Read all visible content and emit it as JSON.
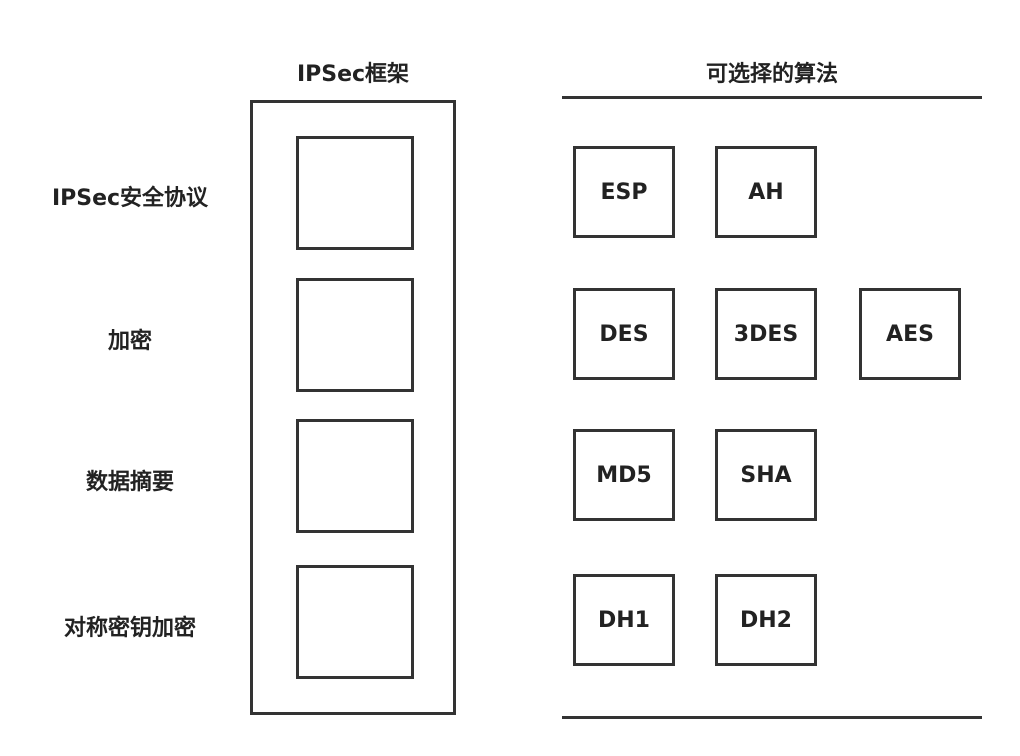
{
  "frame_title": "IPSec框架",
  "algorithms_title": "可选择的算法",
  "rows": [
    {
      "label": "IPSec安全协议",
      "algorithms": [
        "ESP",
        "AH"
      ]
    },
    {
      "label": "加密",
      "algorithms": [
        "DES",
        "3DES",
        "AES"
      ]
    },
    {
      "label": "数据摘要",
      "algorithms": [
        "MD5",
        "SHA"
      ]
    },
    {
      "label": "对称密钥加密",
      "algorithms": [
        "DH1",
        "DH2"
      ]
    }
  ]
}
